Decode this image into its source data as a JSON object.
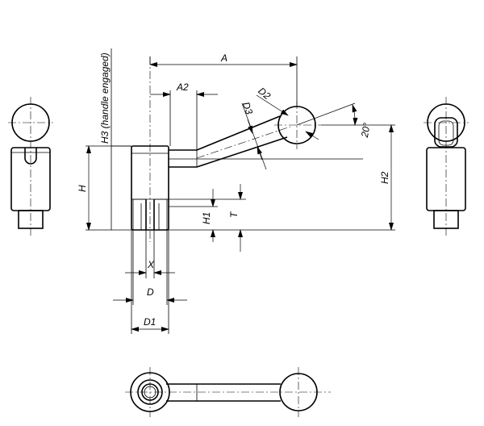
{
  "drawing": {
    "labels": {
      "a": "A",
      "a2": "A2",
      "d2": "D2",
      "d3": "D3",
      "angle": "20°",
      "h3": "H3 (handle engaged)",
      "h": "H",
      "h2": "H2",
      "h1": "H1",
      "t": "T",
      "x": "X",
      "d": "D",
      "d1": "D1"
    }
  }
}
